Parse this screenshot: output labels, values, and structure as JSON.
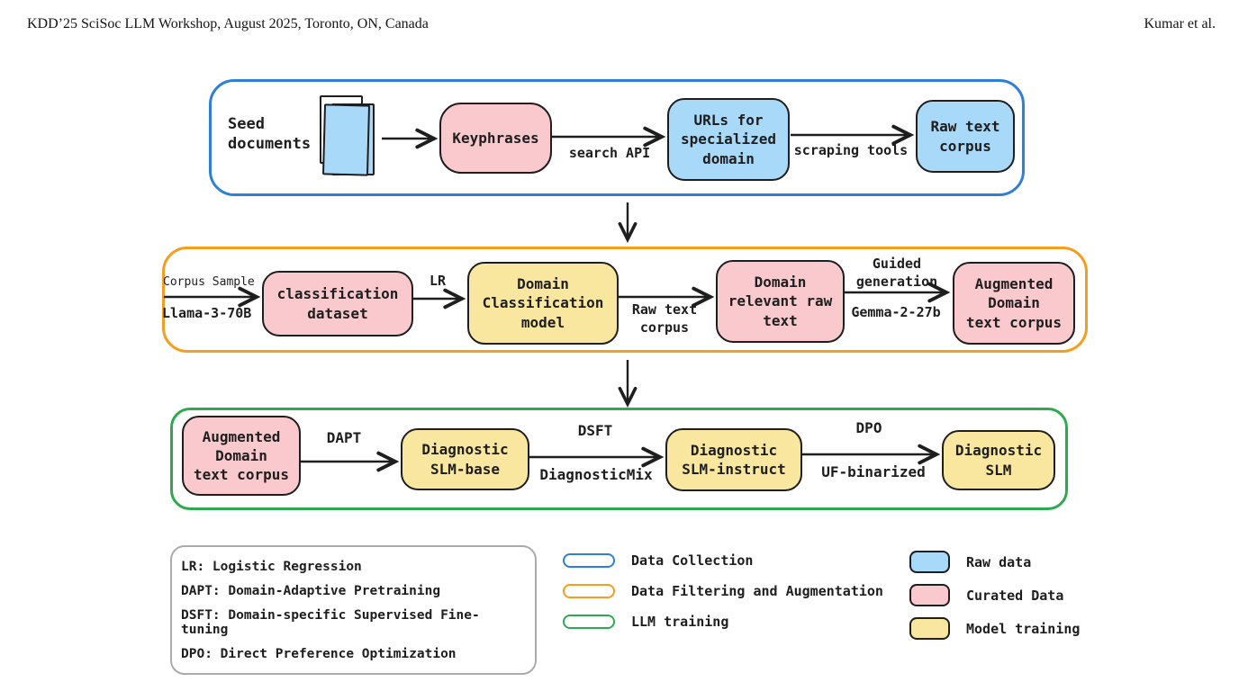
{
  "header": {
    "left": "KDD’25 SciSoc LLM Workshop, August 2025, Toronto, ON, Canada",
    "right": "Kumar et al."
  },
  "colors": {
    "stage_data_collection": "#2f7fd4",
    "stage_data_filtering": "#f59d1c",
    "stage_llm_training": "#2fa94f",
    "node_raw_data": "#a9d9f8",
    "node_curated_data": "#f9c9cd",
    "node_model_training": "#f9e7a0",
    "stroke": "#1e1e1e"
  },
  "row1": {
    "seed_documents_label": "Seed\ndocuments",
    "keyphrases": "Keyphrases",
    "search_api_label": "search API",
    "urls_box": "URLs for\nspecialized\ndomain",
    "scraping_tools_label": "scraping tools",
    "raw_text_corpus": "Raw text\ncorpus"
  },
  "row2": {
    "corpus_sample_label": "Corpus Sample",
    "llama_label": "Llama-3-70B",
    "classification_dataset": "classification\ndataset",
    "lr_label": "LR",
    "domain_classification_model": "Domain\nClassification\nmodel",
    "raw_text_corpus_label": "Raw text\ncorpus",
    "domain_relevant_raw_text": "Domain\nrelevant raw\ntext",
    "guided_generation_label": "Guided\ngeneration",
    "gemma_label": "Gemma-2-27b",
    "augmented_domain_text_corpus": "Augmented\nDomain\ntext corpus"
  },
  "row3": {
    "augmented_domain_text_corpus": "Augmented\nDomain\ntext corpus",
    "dapt_label": "DAPT",
    "diagnostic_slm_base": "Diagnostic\nSLM-base",
    "dsft_label": "DSFT",
    "diagnosticmix_label": "DiagnosticMix",
    "diagnostic_slm_instruct": "Diagnostic\nSLM-instruct",
    "dpo_label": "DPO",
    "uf_binarized_label": "UF-binarized",
    "diagnostic_slm": "Diagnostic\nSLM"
  },
  "legend": {
    "abbreviations": [
      "LR: Logistic Regression",
      "DAPT: Domain-Adaptive Pretraining",
      "DSFT: Domain-specific Supervised Fine-tuning",
      "DPO: Direct Preference Optimization"
    ],
    "stages": [
      {
        "label": "Data Collection",
        "color": "#2f7fd4"
      },
      {
        "label": "Data Filtering and Augmentation",
        "color": "#f59d1c"
      },
      {
        "label": "LLM training",
        "color": "#2fa94f"
      }
    ],
    "node_types": [
      {
        "label": "Raw data",
        "color": "#a9d9f8"
      },
      {
        "label": "Curated Data",
        "color": "#f9c9cd"
      },
      {
        "label": "Model training",
        "color": "#f9e7a0"
      }
    ]
  }
}
